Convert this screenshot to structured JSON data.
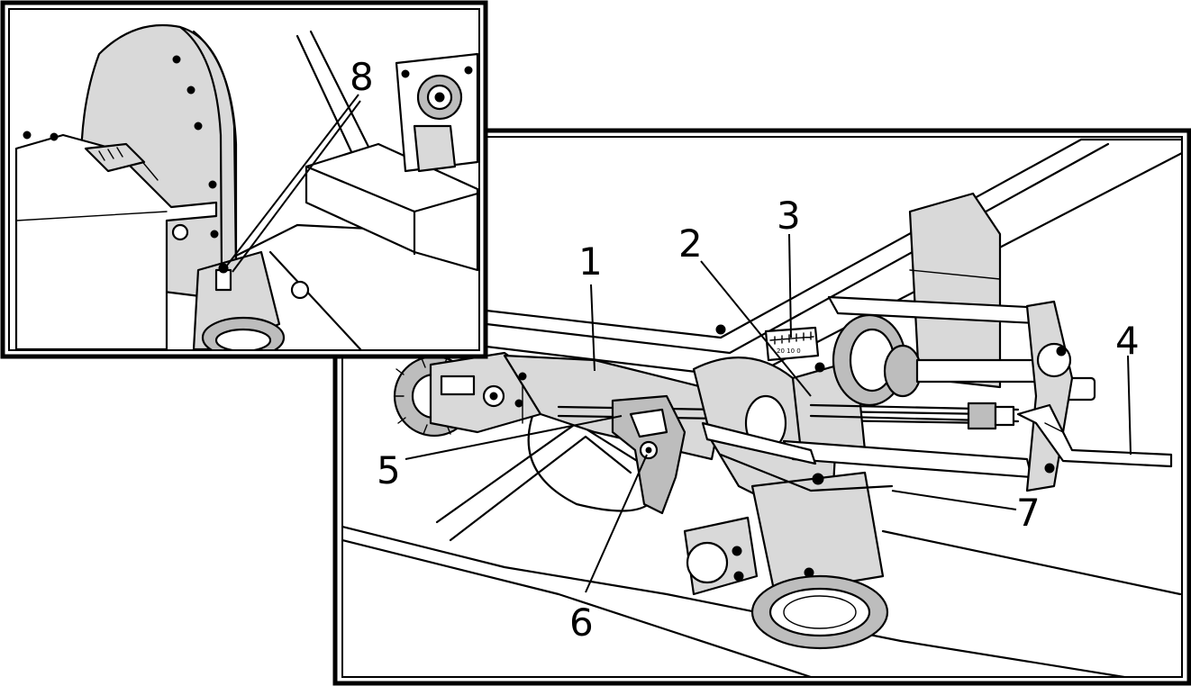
{
  "figure": {
    "main_view": {
      "callouts": [
        {
          "id": "1",
          "label": "1"
        },
        {
          "id": "2",
          "label": "2"
        },
        {
          "id": "3",
          "label": "3"
        },
        {
          "id": "4",
          "label": "4"
        },
        {
          "id": "5",
          "label": "5"
        },
        {
          "id": "6",
          "label": "6"
        },
        {
          "id": "7",
          "label": "7"
        }
      ],
      "gauge_scale_text": "20  10  0"
    },
    "inset_view": {
      "callouts": [
        {
          "id": "8",
          "label": "8"
        }
      ]
    }
  },
  "colors": {
    "ink": "#000000",
    "paper": "#ffffff",
    "shade": "#d9d9d9",
    "shade_dark": "#bdbdbd"
  }
}
